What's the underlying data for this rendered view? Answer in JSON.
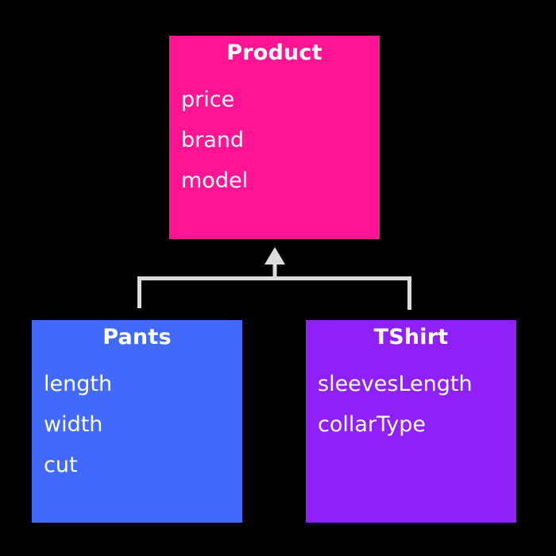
{
  "diagram": {
    "type": "uml-class-diagram",
    "relationship": "generalization",
    "background_color": "#000000",
    "connector_color": "#dcdcdc",
    "text_color": "#ffffff"
  },
  "classes": {
    "parent": {
      "name": "Product",
      "color": "#ff1493",
      "attributes": [
        "price",
        "brand",
        "model"
      ]
    },
    "child_left": {
      "name": "Pants",
      "color": "#4169fb",
      "attributes": [
        "length",
        "width",
        "cut"
      ]
    },
    "child_right": {
      "name": "TShirt",
      "color": "#9020fa",
      "attributes": [
        "sleevesLength",
        "collarType"
      ]
    }
  }
}
